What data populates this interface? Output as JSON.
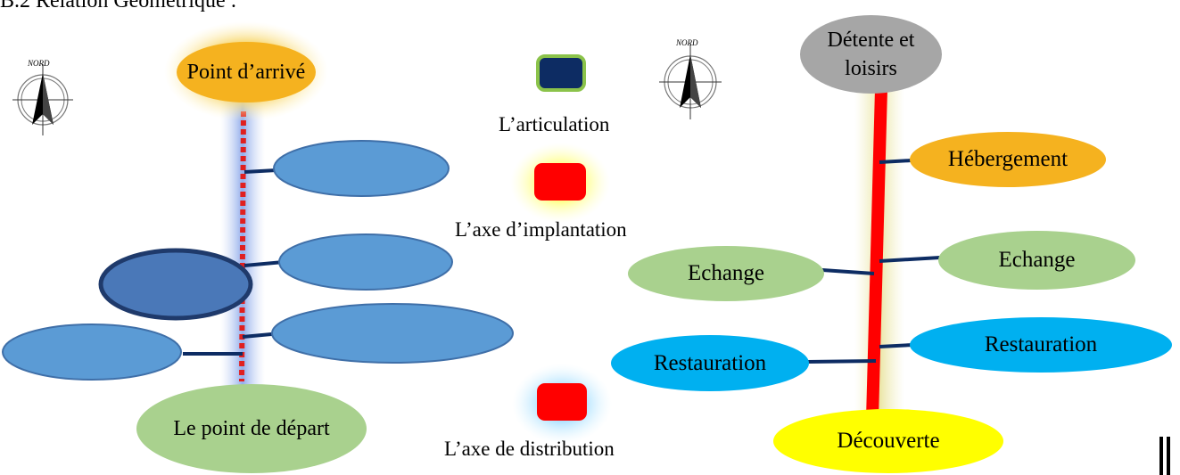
{
  "heading": "B.2   Relation Géométrique :",
  "north_label": "NORD",
  "left_diagram": {
    "top_node": "Point d’arrivé",
    "bottom_node": "Le point de départ"
  },
  "legend": {
    "articulation": "L’articulation",
    "implantation": "L’axe d’implantation",
    "distribution": "L’axe de distribution"
  },
  "right_diagram": {
    "top_node": "Détente et loisirs",
    "hebergement": "Hébergement",
    "echange_left": "Echange",
    "echange_right": "Echange",
    "restauration_left": "Restauration",
    "restauration_right": "Restauration",
    "bottom_node": "Découverte"
  },
  "colors": {
    "orange": "#f5b21f",
    "green": "#a9d18e",
    "blue": "#5b9bd5",
    "cyan": "#00b0f0",
    "red": "#ff0000",
    "navy": "#0d2c63",
    "yellow": "#ffff00",
    "gray": "#a6a6a6"
  }
}
